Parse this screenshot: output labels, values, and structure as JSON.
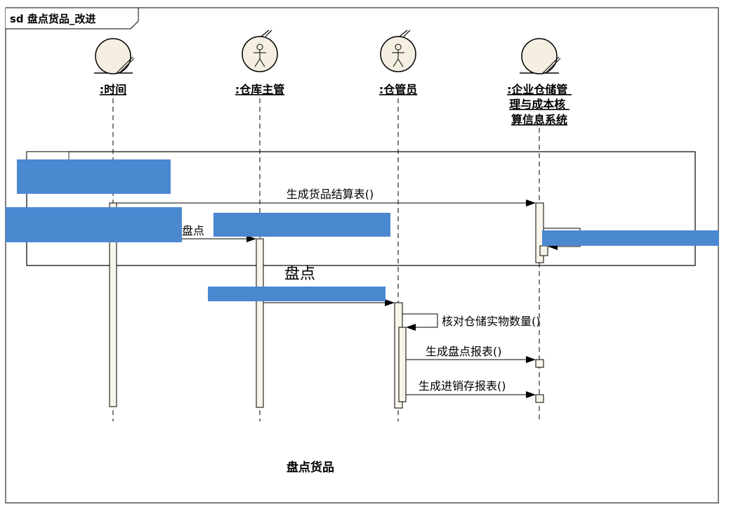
{
  "frame": {
    "label": "sd 盘点货品_改进"
  },
  "lifelines": [
    {
      "name": ":时间",
      "kind": "entity-boundary"
    },
    {
      "name": ":仓库主管",
      "kind": "actor"
    },
    {
      "name": ":仓管员",
      "kind": "actor"
    },
    {
      "name_lines": [
        ":企业仓储管",
        "理与成本核",
        "算信息系统"
      ],
      "kind": "entity-boundary"
    }
  ],
  "messages": {
    "m1": "生成货品结算表()",
    "m2": "盘点",
    "m3": "盘点",
    "m4": "核对仓储实物数量()",
    "m5": "生成盘点报表()",
    "m6": "生成进销存报表()"
  },
  "caption": "盘点货品",
  "colors": {
    "line": "#000000",
    "activation_fill": "#f8f5ea",
    "actor_fill": "#f5efe2",
    "redaction": "#4a88d0"
  }
}
